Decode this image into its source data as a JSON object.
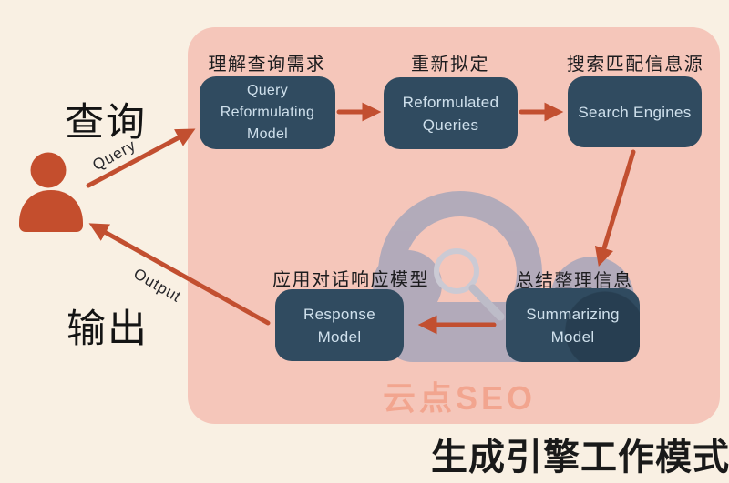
{
  "title": {
    "text": "生成引擎工作模式"
  },
  "watermark": {
    "brand": "云点SEO",
    "icon": "cloud-magnifier"
  },
  "actor": {
    "icon": "person",
    "query_text": "查询",
    "output_text": "输出"
  },
  "flow": {
    "query_arrow_label": "Query",
    "output_arrow_label": "Output",
    "nodes": [
      {
        "id": "query-reformulating-model",
        "caption": "理解查询需求",
        "lines": [
          "Query",
          "Reformulating",
          "Model"
        ]
      },
      {
        "id": "reformulated-queries",
        "caption": "重新拟定",
        "lines": [
          "Reformulated",
          "Queries"
        ]
      },
      {
        "id": "search-engines",
        "caption": "搜索匹配信息源",
        "lines": [
          "Search Engines"
        ]
      },
      {
        "id": "response-model",
        "caption": "应用对话响应模型",
        "lines": [
          "Response",
          "Model"
        ]
      },
      {
        "id": "summarizing-model",
        "caption": "总结整理信息",
        "lines": [
          "Summarizing",
          "Model"
        ]
      }
    ]
  },
  "colors": {
    "background": "#f9f0e3",
    "panel": "#f5c6ba",
    "node": "#304b60",
    "node_text": "#cfe0ec",
    "arrow": "#c24f30",
    "person": "#c44e2d",
    "caption_text": "#1c1c1e",
    "watermark_gray": "#a9a7ba",
    "brand_text": "#f2a48d"
  }
}
